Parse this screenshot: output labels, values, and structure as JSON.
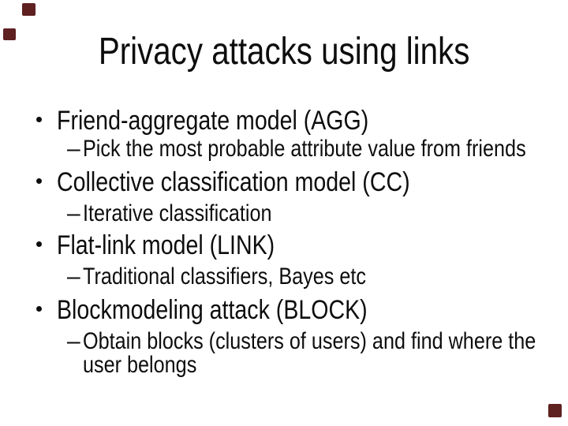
{
  "slide": {
    "title": "Privacy attacks using links",
    "bullet_glyph": "•",
    "dash_glyph": "–",
    "bullets": [
      {
        "label": "Friend-aggregate model (AGG)",
        "sub": [
          "Pick the most probable attribute value from friends"
        ]
      },
      {
        "label": "Collective classification model (CC)",
        "sub": [
          "Iterative classification"
        ]
      },
      {
        "label": "Flat-link model (LINK)",
        "sub": [
          "Traditional classifiers, Bayes etc"
        ]
      },
      {
        "label": "Blockmodeling attack (BLOCK)",
        "sub": [
          "Obtain blocks (clusters of users) and find where the user belongs"
        ]
      }
    ]
  },
  "colors": {
    "background": "#ffffff",
    "text": "#0d0d0d",
    "corner_square": "#5f2020"
  }
}
